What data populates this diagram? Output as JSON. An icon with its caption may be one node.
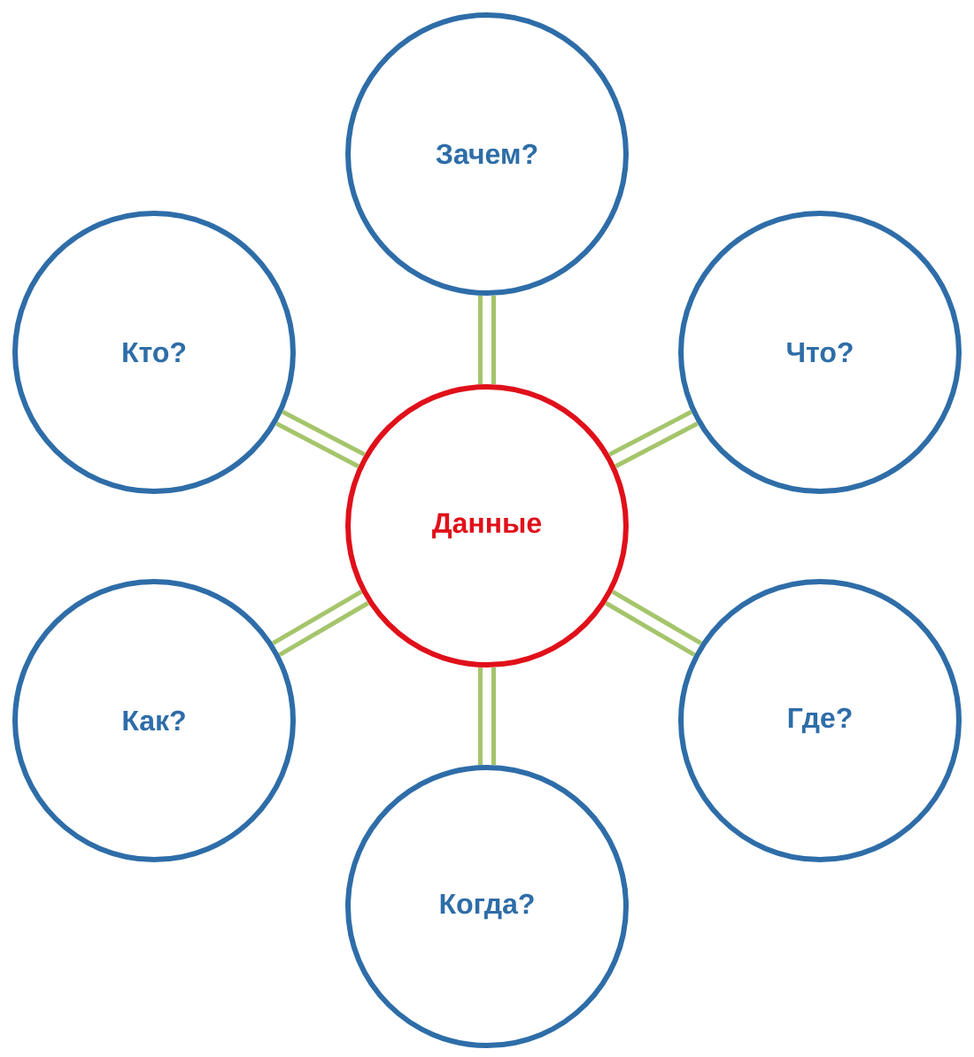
{
  "diagram": {
    "nodes": [
      {
        "text": [
          "Зачем?"
        ]
      },
      {
        "text": [
          "Кто?"
        ]
      },
      {
        "text": [
          "Что?"
        ]
      },
      {
        "text": [
          "Данные"
        ]
      },
      {
        "text": [
          "Как?"
        ]
      },
      {
        "text": [
          "Где?"
        ]
      },
      {
        "text": [
          "Когда?"
        ]
      }
    ],
    "edges": [
      {
        "from": 3,
        "to": 0,
        "arrow": "none"
      },
      {
        "from": 3,
        "to": 1,
        "arrow": "none"
      },
      {
        "from": 3,
        "to": 2,
        "arrow": "none"
      },
      {
        "from": 3,
        "to": 4,
        "arrow": "none"
      },
      {
        "from": 3,
        "to": 5,
        "arrow": "none"
      },
      {
        "from": 3,
        "to": 6,
        "arrow": "none"
      }
    ]
  }
}
